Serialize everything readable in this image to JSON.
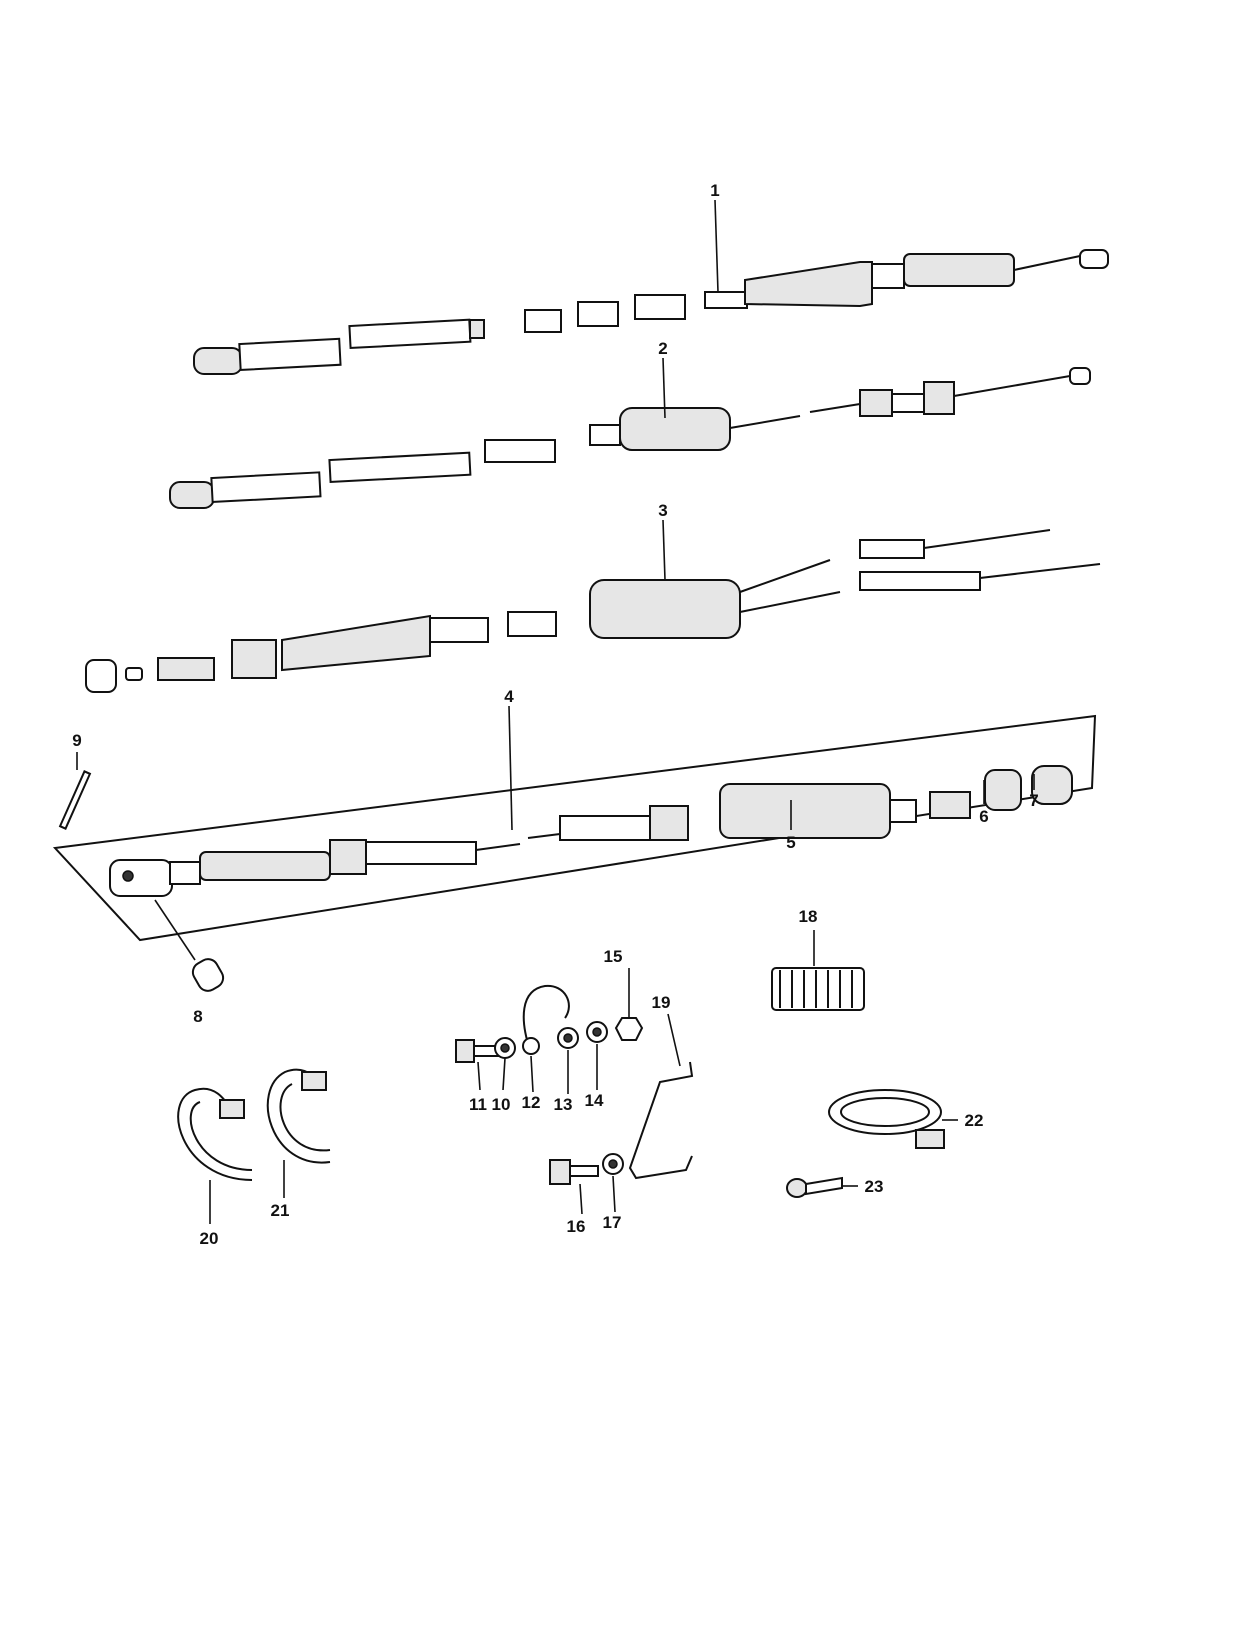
{
  "callouts": [
    "1",
    "2",
    "3",
    "4",
    "5",
    "6",
    "7",
    "8",
    "9",
    "10",
    "11",
    "12",
    "13",
    "14",
    "15",
    "16",
    "17",
    "18",
    "19",
    "20",
    "21",
    "22",
    "23"
  ],
  "colors": {
    "ink": "#111111",
    "paper": "#ffffff",
    "shade": "#e6e6e6"
  }
}
